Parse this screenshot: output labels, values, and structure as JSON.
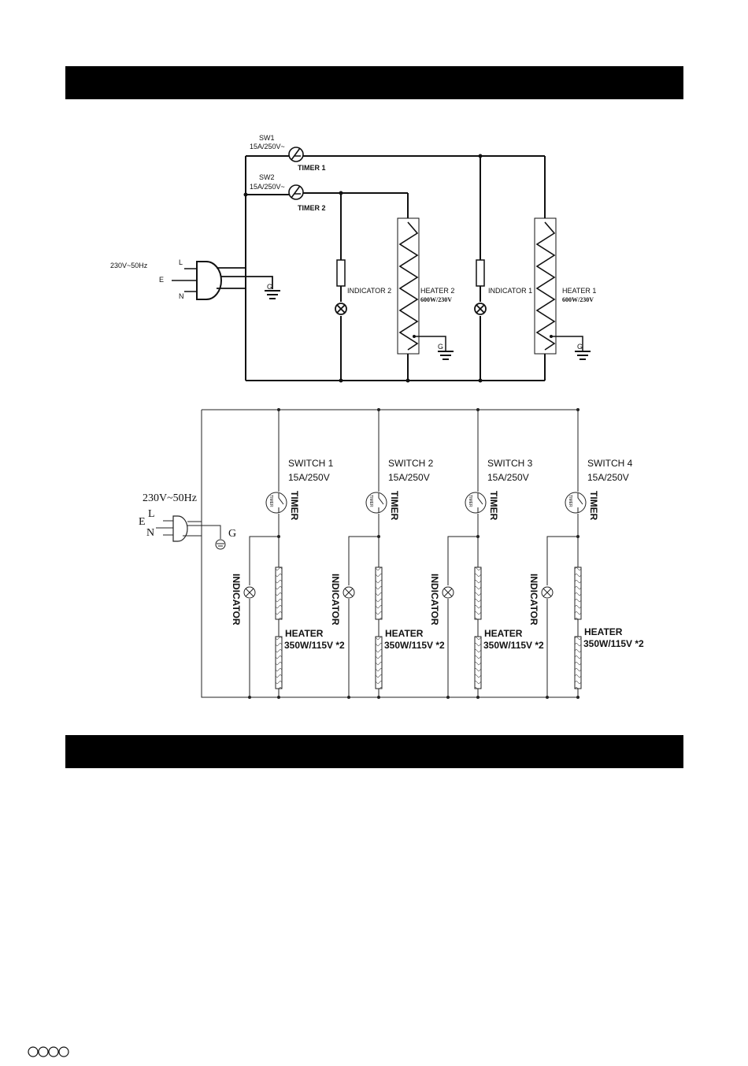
{
  "diagram1": {
    "supply": "230V~50Hz",
    "plug_pins": [
      "L",
      "E",
      "N"
    ],
    "ground_label": "G",
    "sw1": {
      "name": "SW1",
      "rating": "15A/250V~",
      "timer": "TIMER 1"
    },
    "sw2": {
      "name": "SW2",
      "rating": "15A/250V~",
      "timer": "TIMER 2"
    },
    "indicator_2": "INDICATOR 2",
    "heater_2": {
      "name": "HEATER 2",
      "rating": "600W/230V"
    },
    "indicator_1": "INDICATOR 1",
    "heater_1": {
      "name": "HEATER 1",
      "rating": "600W/230V"
    }
  },
  "diagram2": {
    "supply": "230V~50Hz",
    "plug_pins": [
      "L",
      "E",
      "N"
    ],
    "ground_label": "G",
    "channels": [
      {
        "switch": "SWITCH 1",
        "rating": "15A/250V",
        "timer": "TIMER",
        "indicator": "INDICATOR",
        "heater": "HEATER",
        "heater_rating": "350W/115V *2"
      },
      {
        "switch": "SWITCH 2",
        "rating": "15A/250V",
        "timer": "TIMER",
        "indicator": "INDICATOR",
        "heater": "HEATER",
        "heater_rating": "350W/115V *2"
      },
      {
        "switch": "SWITCH 3",
        "rating": "15A/250V",
        "timer": "TIMER",
        "indicator": "INDICATOR",
        "heater": "HEATER",
        "heater_rating": "350W/115V *2"
      },
      {
        "switch": "SWITCH 4",
        "rating": "15A/250V",
        "timer": "TIMER",
        "indicator": "INDICATOR",
        "heater": "HEATER",
        "heater_rating": "350W/115V *2"
      }
    ]
  },
  "timer_small": "TIMER",
  "colors": {
    "band": "#000000",
    "line": "#111111"
  }
}
